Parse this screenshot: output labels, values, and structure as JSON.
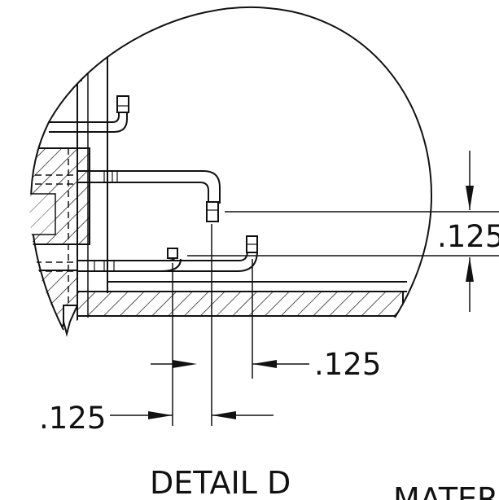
{
  "detail": {
    "title": "DETAIL D",
    "clipped_text": "MATER"
  },
  "dimensions": {
    "vertical_right": ".125",
    "horizontal_middle": ".125",
    "horizontal_bottom": ".125"
  },
  "colors": {
    "line": "#111111",
    "background": "#ffffff"
  }
}
